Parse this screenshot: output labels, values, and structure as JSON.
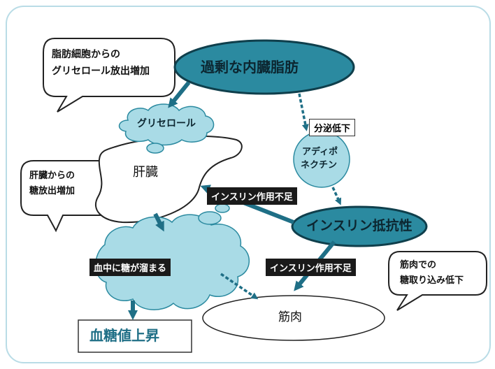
{
  "nodes": {
    "visceral_fat": "過剰な内臓脂肪",
    "glycerol": "グリセロール",
    "liver": "肝臓",
    "adiponectin": [
      "アディポ",
      "ネクチン"
    ],
    "insulin_resistance": "インスリン抵抗性",
    "blood": "血中に糖が溜まる",
    "muscle": "筋肉",
    "blood_sugar_rise": "血糖値上昇"
  },
  "bubbles": {
    "glycerol_release": [
      "脂肪細胞からの",
      "グリセロール放出増加"
    ],
    "liver_release": [
      "肝臓からの",
      "糖放出増加"
    ],
    "muscle_uptake": [
      "筋肉での",
      "糖取り込み低下"
    ]
  },
  "labels": {
    "secretion_decrease": "分泌低下",
    "insulin_insufficient_liver": "インスリン作用不足",
    "insulin_insufficient_muscle": "インスリン作用不足"
  },
  "colors": {
    "teal_dark": "#2b8aa0",
    "teal_light": "#a9dbe6",
    "arrow": "#1f6f86",
    "frame": "#b9dce6"
  }
}
